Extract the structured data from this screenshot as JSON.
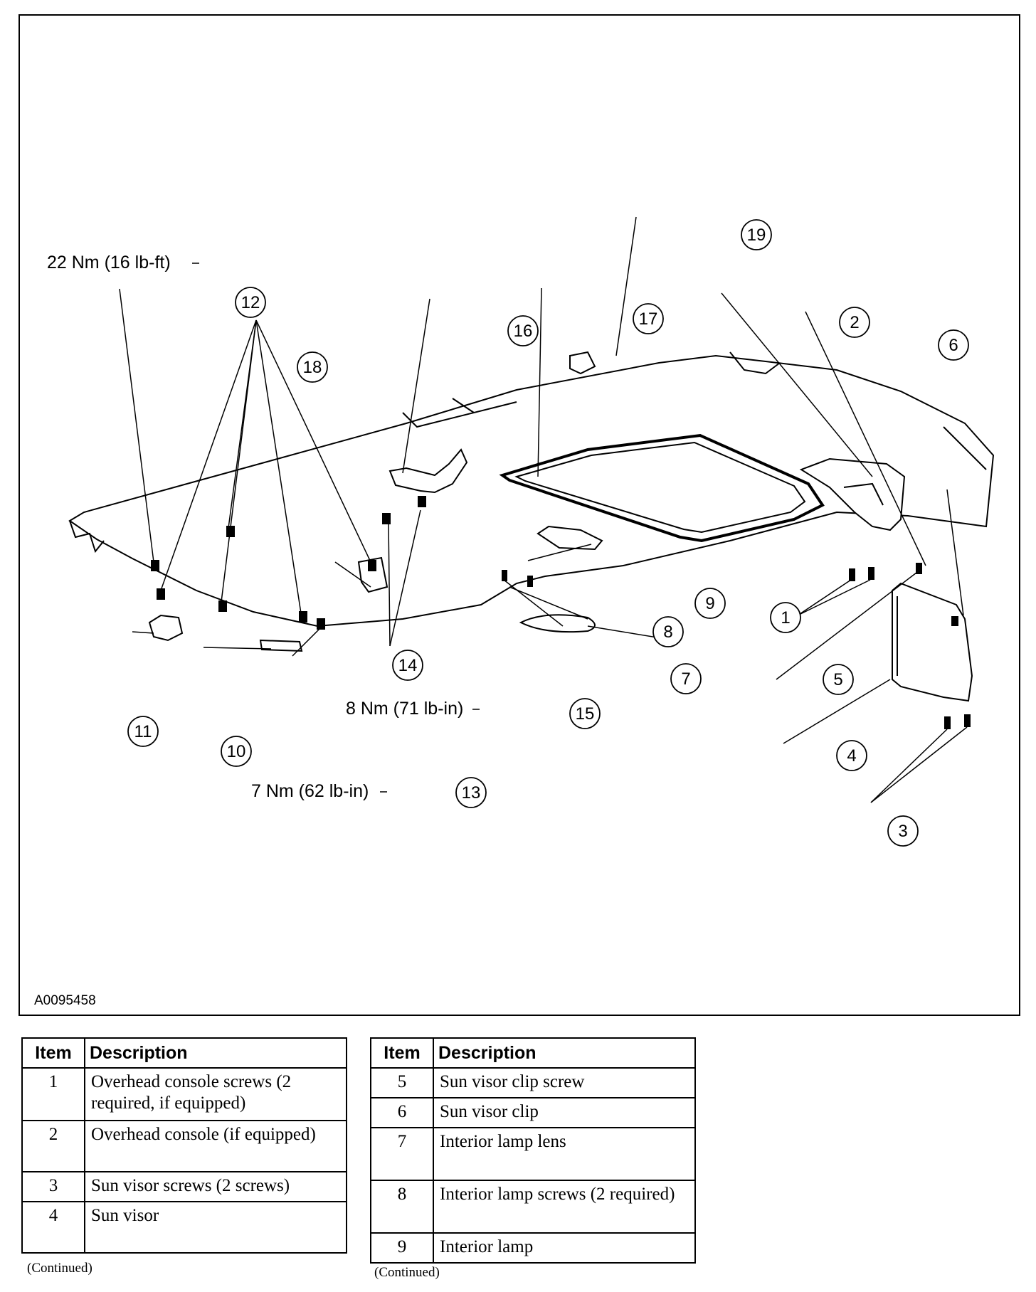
{
  "figure": {
    "id_label": "A0095458",
    "callouts": [
      {
        "num": "1"
      },
      {
        "num": "2"
      },
      {
        "num": "3"
      },
      {
        "num": "4"
      },
      {
        "num": "5"
      },
      {
        "num": "6"
      },
      {
        "num": "7"
      },
      {
        "num": "8"
      },
      {
        "num": "9"
      },
      {
        "num": "10"
      },
      {
        "num": "11"
      },
      {
        "num": "12"
      },
      {
        "num": "13"
      },
      {
        "num": "14"
      },
      {
        "num": "15"
      },
      {
        "num": "16"
      },
      {
        "num": "17"
      },
      {
        "num": "18"
      },
      {
        "num": "19"
      }
    ],
    "torque_specs": {
      "item_12": "22 Nm (16 lb-ft)",
      "item_13": "7 Nm (62 lb-in)",
      "item_15": "8 Nm (71 lb-in)"
    }
  },
  "tables": [
    {
      "headers": {
        "item": "Item",
        "description": "Description"
      },
      "rows": [
        {
          "item": "1",
          "description": "Overhead console screws (2 required, if equipped)"
        },
        {
          "item": "2",
          "description": "Overhead console (if equipped)"
        },
        {
          "item": "3",
          "description": "Sun visor screws (2 screws)"
        },
        {
          "item": "4",
          "description": "Sun visor"
        }
      ],
      "footer": "(Continued)"
    },
    {
      "headers": {
        "item": "Item",
        "description": "Description"
      },
      "rows": [
        {
          "item": "5",
          "description": "Sun visor clip screw"
        },
        {
          "item": "6",
          "description": "Sun visor clip"
        },
        {
          "item": "7",
          "description": "Interior lamp lens"
        },
        {
          "item": "8",
          "description": "Interior lamp screws (2 required)"
        },
        {
          "item": "9",
          "description": "Interior lamp"
        }
      ],
      "footer": "(Continued)"
    }
  ]
}
